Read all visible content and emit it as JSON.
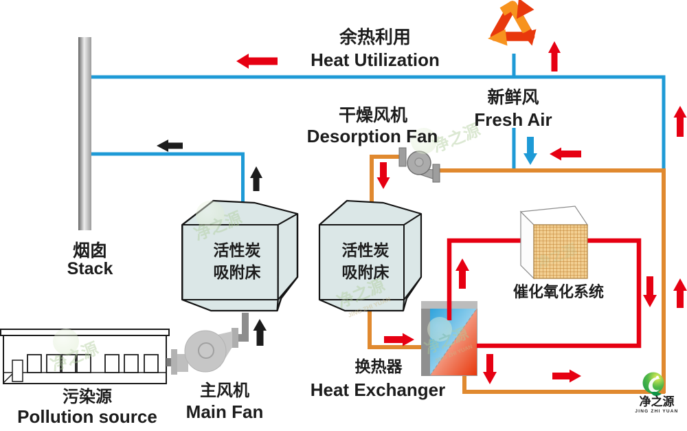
{
  "components": {
    "heat_utilization": {
      "cn": "余热利用",
      "en": "Heat Utilization"
    },
    "fresh_air": {
      "cn": "新鲜风",
      "en": "Fresh Air"
    },
    "desorption_fan": {
      "cn": "干燥风机",
      "en": "Desorption Fan"
    },
    "stack": {
      "cn": "烟囱",
      "en": "Stack"
    },
    "adsorption_bed": {
      "line1": "活性炭",
      "line2": "吸附床"
    },
    "catalytic_oxidation": {
      "cn": "催化氧化系统"
    },
    "heat_exchanger": {
      "cn": "换热器",
      "en": "Heat Exchanger"
    },
    "pollution_source": {
      "cn": "污染源",
      "en": "Pollution source"
    },
    "main_fan": {
      "cn": "主风机",
      "en": "Main Fan"
    },
    "brand": {
      "cn": "净之源",
      "en": "JING ZHI YUAN"
    }
  },
  "watermark": {
    "cn": "净之源",
    "en": "JING ZHI YUAN"
  },
  "colors": {
    "blue": "#1e9ad6",
    "orange": "#e0892f",
    "red": "#e60012",
    "black": "#1c1c1c",
    "bed_fill": "#dbe7e7",
    "mesh_fill": "#f2cf92",
    "mesh_line": "#c07f2f",
    "logo_green": "#159a44",
    "gold": "#c98f2a"
  }
}
